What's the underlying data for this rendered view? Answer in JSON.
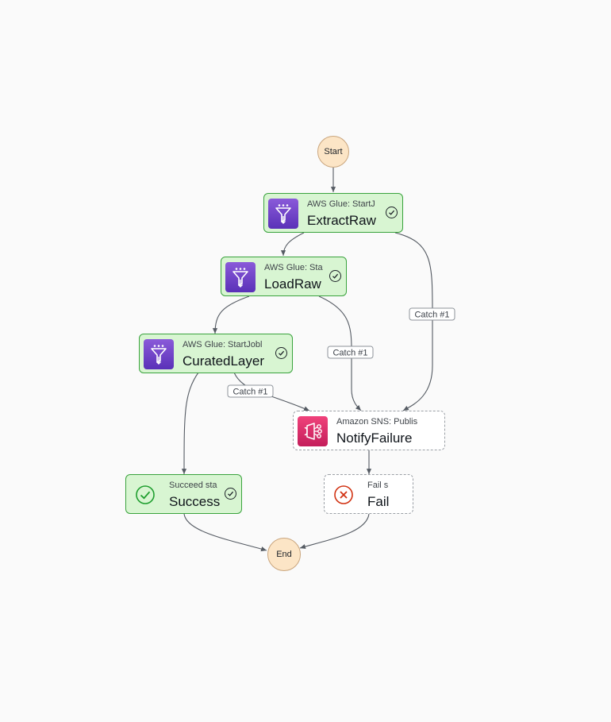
{
  "diagram": {
    "start": "Start",
    "end": "End",
    "states": {
      "extract_raw": {
        "subtitle": "AWS Glue: StartJ",
        "name": "ExtractRaw",
        "status": "succeeded",
        "icon": "aws-glue-icon"
      },
      "load_raw": {
        "subtitle": "AWS Glue: Sta",
        "name": "LoadRaw",
        "status": "succeeded",
        "icon": "aws-glue-icon"
      },
      "curated_layer": {
        "subtitle": "AWS Glue: StartJobl",
        "name": "CuratedLayer",
        "status": "succeeded",
        "icon": "aws-glue-icon"
      },
      "notify_failure": {
        "subtitle": "Amazon SNS: Publis",
        "name": "NotifyFailure",
        "status": "not-run",
        "icon": "amazon-sns-icon"
      },
      "success": {
        "subtitle": "Succeed sta",
        "name": "Success",
        "status": "succeeded",
        "icon": "succeed-check-icon"
      },
      "fail": {
        "subtitle": "Fail s",
        "name": "Fail",
        "status": "not-run",
        "icon": "fail-x-icon"
      }
    },
    "edge_labels": {
      "extract_catch": "Catch #1",
      "load_catch": "Catch #1",
      "curated_catch": "Catch #1"
    },
    "colors": {
      "succeeded_fill": "#d8f5d2",
      "succeeded_border": "#3aa33d",
      "not_run_border": "#9ba0a6",
      "terminal_fill": "#fce5c6",
      "glue_icon": "#7b4bd6",
      "sns_icon": "#e02e6c",
      "success_check": "#1e9e2e",
      "fail_x": "#d13212"
    }
  }
}
